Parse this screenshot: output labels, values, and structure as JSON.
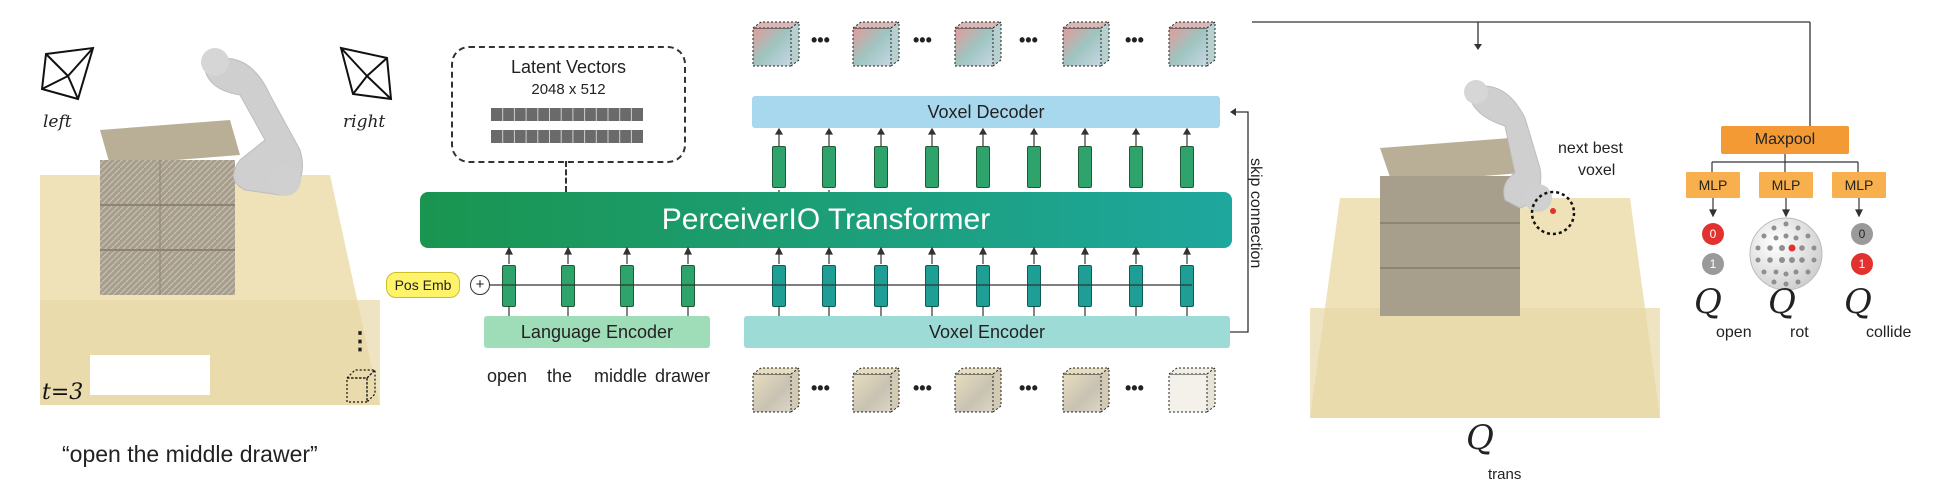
{
  "scene_left": {
    "camera_left": "left",
    "camera_right": "right",
    "timestep": "t=3",
    "ellipsis": "⋮",
    "instruction": "“open the middle drawer”"
  },
  "latent": {
    "title": "Latent Vectors",
    "dims": "2048 x 512"
  },
  "perceiver": {
    "title": "PerceiverIO Transformer"
  },
  "voxel_decoder": {
    "label": "Voxel Decoder"
  },
  "voxel_encoder": {
    "label": "Voxel Encoder"
  },
  "language_encoder": {
    "label": "Language Encoder"
  },
  "pos_emb": {
    "label": "Pos Emb",
    "plus": "+"
  },
  "skip": {
    "label": "skip connection"
  },
  "lang_tokens": [
    "open",
    "the",
    "middle",
    "drawer"
  ],
  "dots": "•••",
  "scene_right": {
    "next_best": "next best",
    "voxel": "voxel",
    "q_symbol": "Q",
    "q_sub": "trans"
  },
  "heads": {
    "maxpool": "Maxpool",
    "mlp": [
      "MLP",
      "MLP",
      "MLP"
    ],
    "open_vals": [
      "0",
      "1"
    ],
    "collide_vals": [
      "0",
      "1"
    ],
    "q_symbol": "Q",
    "q_open": "open",
    "q_rot": "rot",
    "q_collide": "collide"
  },
  "colors": {
    "perceiver_start": "#1a9550",
    "perceiver_end": "#1ea79e",
    "decoder": "#a8d8ee",
    "encoder": "#9ddbd6",
    "language": "#9fdcb8",
    "pos_emb": "#fff36a",
    "maxpool": "#f39a35",
    "mlp": "#f8b04e",
    "active_red": "#e2322f",
    "inactive_gray": "#9a9a9a"
  }
}
